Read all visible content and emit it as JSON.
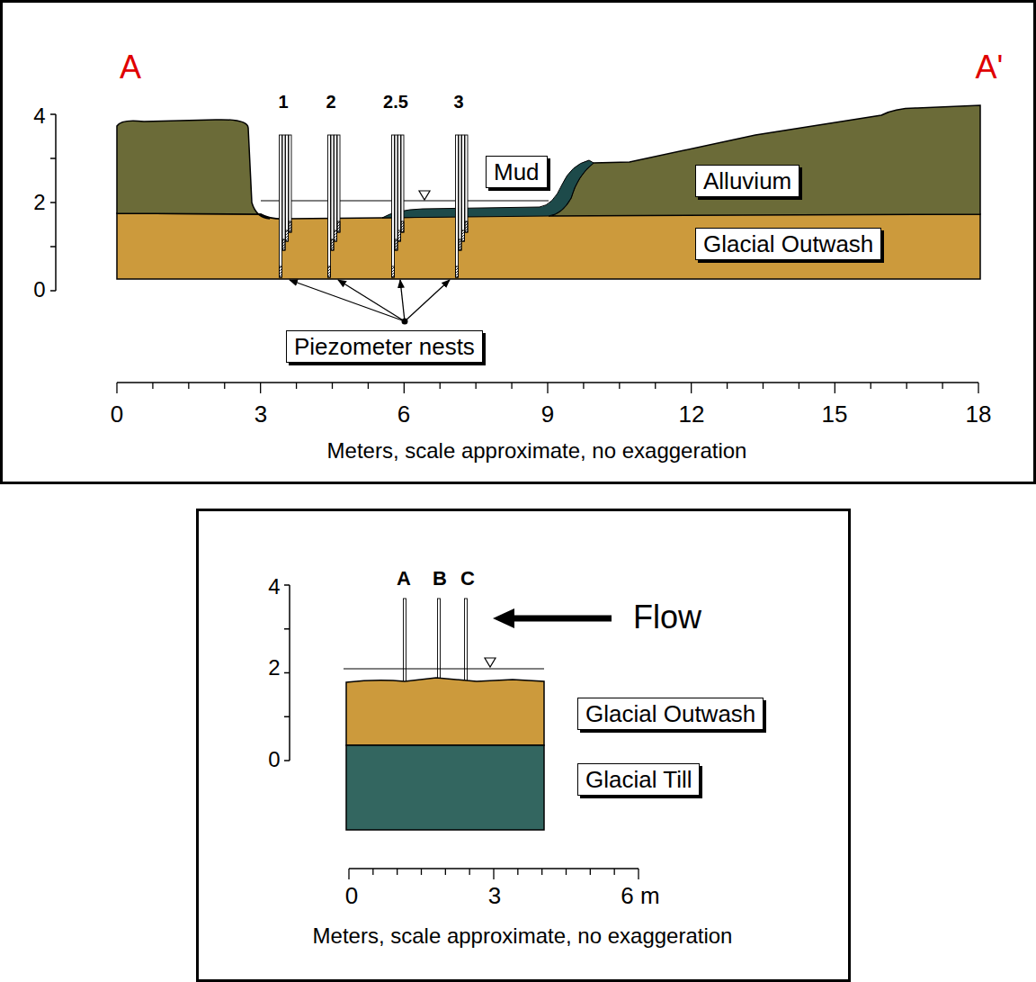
{
  "diagram": {
    "nodes": [
      {
        "text": [
          "Mud"
        ]
      },
      {
        "text": [
          "Alluvium"
        ]
      },
      {
        "text": [
          "Glacial Outwash"
        ]
      },
      {
        "text": [
          "Piezometer nests"
        ]
      },
      {
        "text": [
          "Glacial Outwash"
        ]
      },
      {
        "text": [
          "Glacial Till"
        ]
      }
    ],
    "labels": [
      "A",
      "A'",
      "1",
      "2",
      "2.5",
      "3",
      "4",
      "2",
      "0",
      "0",
      "3",
      "6",
      "9",
      "12",
      "15",
      "18",
      "Meters, scale approximate, no exaggeration",
      "A",
      "B",
      "C",
      "Flow",
      "4",
      "2",
      "0",
      "0",
      "3",
      "6 m",
      "Meters, scale approximate, no exaggeration"
    ]
  }
}
